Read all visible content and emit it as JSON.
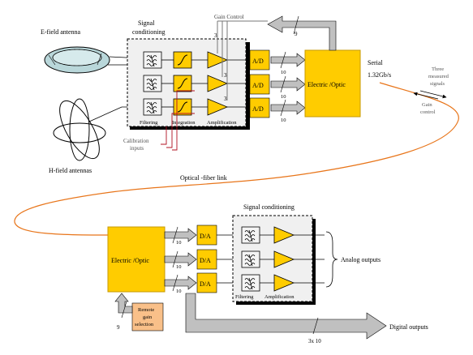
{
  "colors": {
    "yellow": "#FFCC00",
    "yellow_border": "#C79A00",
    "fiber": "#E8751A",
    "gray_arrow": "#C0C0C0",
    "box_fill": "#F0F0F0",
    "antenna": "#B9D7DA",
    "remote_box": "#F9C089"
  },
  "labels": {
    "e_field_antenna": "E-field antenna",
    "h_field_antennas": "H-field antennas",
    "signal_conditioning_top_1": "Signal",
    "signal_conditioning_top_2": "conditioning",
    "gain_control_top": "Gain Control",
    "filtering_top": "Filtering",
    "integration_top": "Integration",
    "amplification_top": "Amplification",
    "calibration_1": "Calibration",
    "calibration_2": "inputs",
    "ad": "A/D",
    "eo_top": "Electric /Optic",
    "serial_1": "Serial",
    "serial_2": "1.32Gb/s",
    "three_measured_1": "Three",
    "three_measured_2": "measured",
    "three_measured_3": "signals",
    "gain_control_right_1": "Gain",
    "gain_control_right_2": "control",
    "optical_fiber_link": "Optical -fiber link",
    "eo_bottom": "Electric /Optic",
    "da": "D/A",
    "signal_conditioning_bottom": "Signal conditioning",
    "filtering_bottom": "Filtering",
    "amplification_bottom": "Amplification",
    "analog_outputs": "Analog outputs",
    "remote_gain_1": "Remote",
    "remote_gain_2": "gain",
    "remote_gain_3": "selection",
    "digital_outputs": "Digital outputs",
    "bus_10": "10",
    "bus_9": "9",
    "bus_3": "3",
    "bus_3x10": "3x 10"
  }
}
